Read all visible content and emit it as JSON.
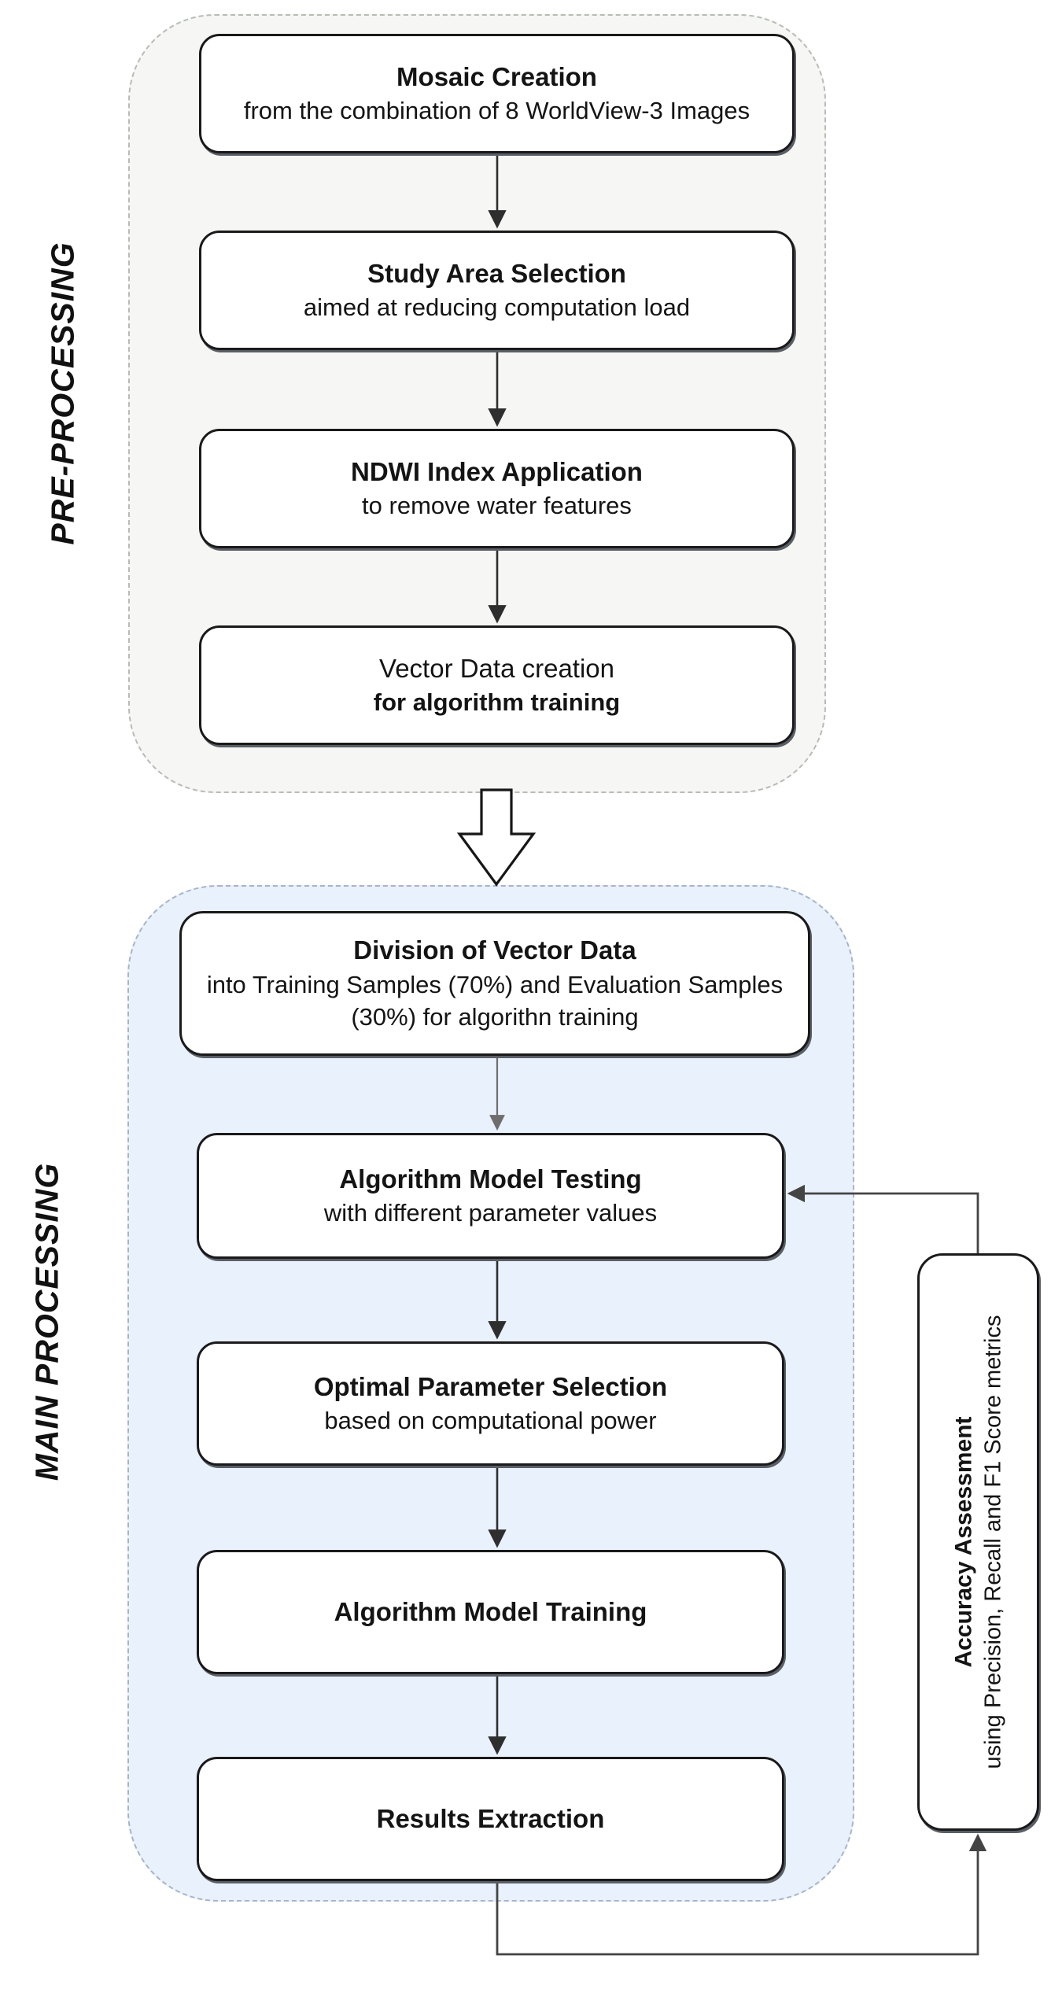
{
  "figure": {
    "type": "flowchart",
    "description": "Two-stage remote sensing processing workflow with feedback loop"
  },
  "theme": {
    "canvas-bg": "#ffffff",
    "pre-fill": "#f6f7f4",
    "pre-border": "#b7bcb5",
    "main-fill": "#e9f1fc",
    "main-border": "#a7b4c8",
    "box-fill": "#ffffff",
    "box-border": "#1a1a1a",
    "arrow-dark": "#2e2e2e",
    "arrow-gray": "#6e6e6e",
    "feedback": "#444444",
    "text": "#141414"
  },
  "sections": {
    "pre": {
      "label": "PRE-PROCESSING"
    },
    "main": {
      "label": "MAIN PROCESSING"
    }
  },
  "nodes": [
    {
      "title": "Mosaic Creation",
      "subtitle": "from the combination of 8 WorldView-3 Images"
    },
    {
      "title": "Study Area Selection",
      "subtitle": "aimed at reducing computation load"
    },
    {
      "title": "NDWI Index Application",
      "subtitle": "to remove water features"
    },
    {
      "title": "Vector Data creation",
      "subtitle": "for algorithm training"
    },
    {
      "title": "Division of Vector Data",
      "subtitle": "into Training Samples (70%) and Evaluation Samples (30%) for algorithn training"
    },
    {
      "title": "Algorithm Model Testing",
      "subtitle": "with different parameter values"
    },
    {
      "title": "Optimal Parameter Selection",
      "subtitle": "based on computational power"
    },
    {
      "title": "Algorithm Model Training",
      "subtitle": ""
    },
    {
      "title": "Results Extraction",
      "subtitle": ""
    }
  ],
  "side_node": {
    "title": "Accuracy Assessment",
    "subtitle": "using Precision, Recall and F1 Score metrics"
  }
}
